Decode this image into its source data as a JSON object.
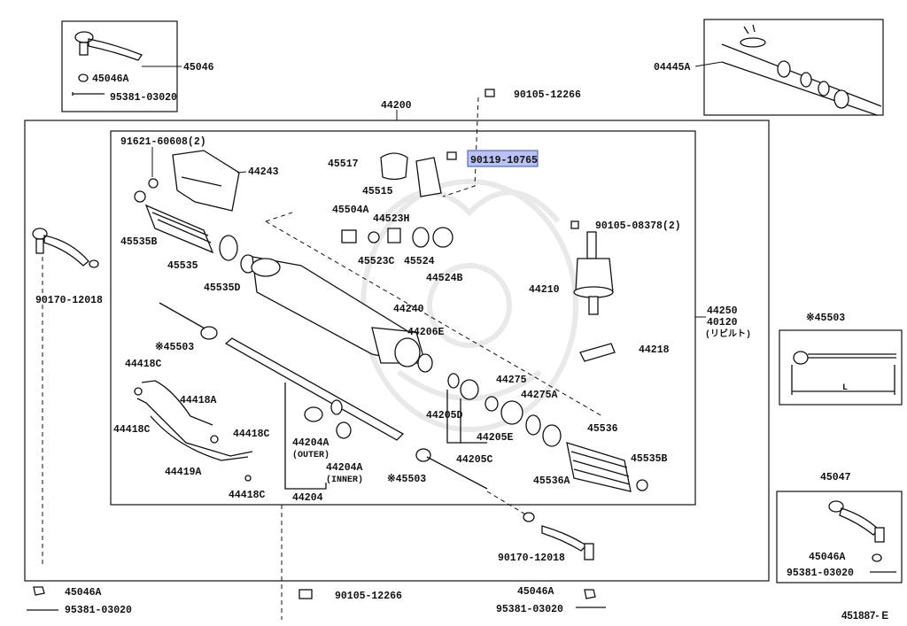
{
  "diagram": {
    "figure_id": "451887- E",
    "highlighted_part": "90119-10765",
    "labels": {
      "p45046": "45046",
      "p45046A_tl": "45046A",
      "p95381_tl": "95381-03020",
      "p04445A": "04445A",
      "p44200": "44200",
      "p90105_12266_top": "90105-12266",
      "p91621": "91621-60608(2)",
      "p44243": "44243",
      "p45517": "45517",
      "p90119": "90119-10765",
      "p45515": "45515",
      "p45504A": "45504A",
      "p44523H": "44523H",
      "p90105_08378": "90105-08378(2)",
      "p45535B_l": "45535B",
      "p45535": "45535",
      "p45535D": "45535D",
      "p45523C": "45523C",
      "p45524": "45524",
      "p44524B": "44524B",
      "p44210": "44210",
      "p90170_l": "90170-12018",
      "p44250": "44250",
      "p40120": "40120",
      "p_rebuilt": "(リビルト)",
      "p44240": "44240",
      "p44206E": "44206E",
      "p45503_l": "※45503",
      "p44218": "44218",
      "p44418C_1": "44418C",
      "p44418A": "44418A",
      "p44418C_2": "44418C",
      "p44418C_3": "44418C",
      "p44418C_4": "44418C",
      "p44419A": "44419A",
      "p44275": "44275",
      "p44275A": "44275A",
      "p44205D": "44205D",
      "p44205E": "44205E",
      "p44205C": "44205C",
      "p5536": "45536",
      "p45535B_r": "45535B",
      "p45536A": "45536A",
      "p44204A_o": "44204A",
      "p_outer": "(OUTER)",
      "p44204A_i": "44204A",
      "p_inner": "(INNER)",
      "p44204": "44204",
      "p45503_m": "※45503",
      "p90170_r": "90170-12018",
      "p45046A_bl": "45046A",
      "p95381_bl": "95381-03020",
      "p90105_12266_bot": "90105-12266",
      "p45046A_bm": "45046A",
      "p95381_bm": "95381-03020",
      "p45503_box": "※45503",
      "p_L": "L",
      "p45047": "45047",
      "p45046A_br": "45046A",
      "p95381_br": "95381-03020"
    }
  }
}
